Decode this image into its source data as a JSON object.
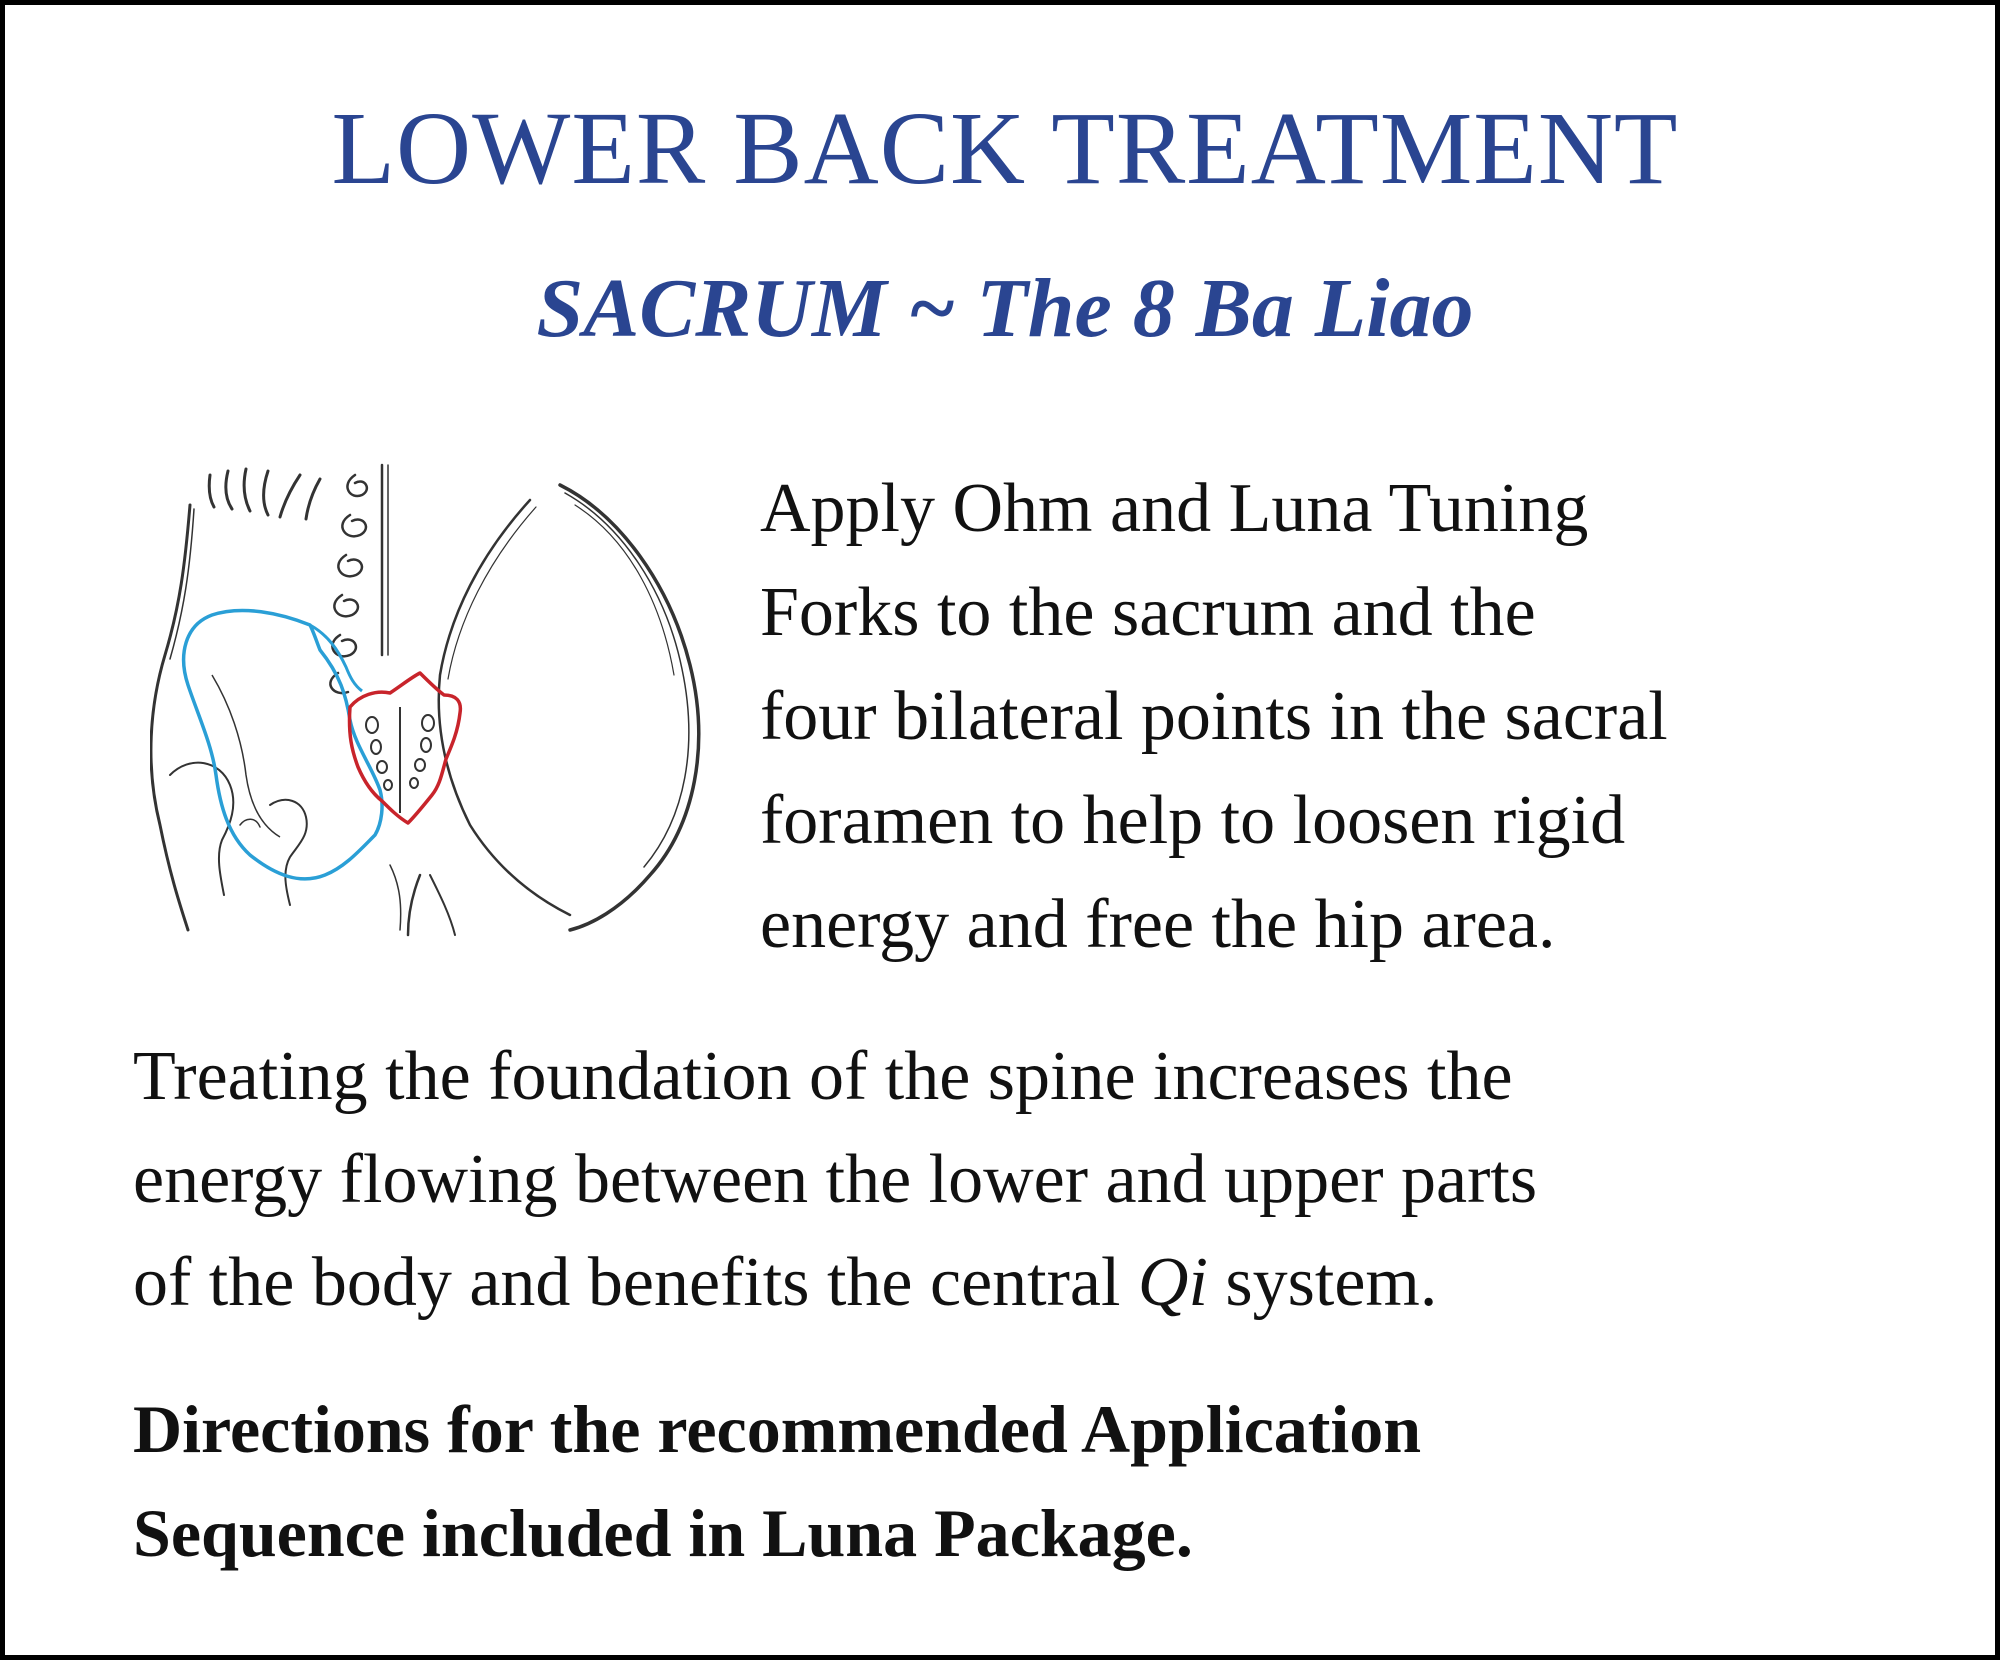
{
  "header": {
    "title": "LOWER BACK TREATMENT",
    "subtitle": "SACRUM ~ The 8 Ba Liao"
  },
  "intro": {
    "lines": [
      "Apply Ohm and Luna Tuning",
      "Forks to the sacrum and the",
      "four bilateral points in the sacral",
      "foramen to help to loosen rigid",
      "energy and free the hip area."
    ]
  },
  "body": {
    "line1": "Treating the foundation of the spine increases the",
    "line2": "energy flowing between the lower and upper parts",
    "line3_before": "of the body and benefits the central ",
    "line3_em": "Qi",
    "line3_after": " system."
  },
  "directions": {
    "lines": [
      "Directions for the recommended Application",
      "Sequence included in Luna Package."
    ]
  },
  "illustration": {
    "subject": "lower back, pelvis and sacrum sketch",
    "pelvis_outline_color": "#2a9fd6",
    "sacrum_outline_color": "#c8242b",
    "sketch_color": "#333333"
  },
  "colors": {
    "heading": "#2a4591",
    "text": "#111111",
    "border": "#000000",
    "background": "#ffffff"
  }
}
